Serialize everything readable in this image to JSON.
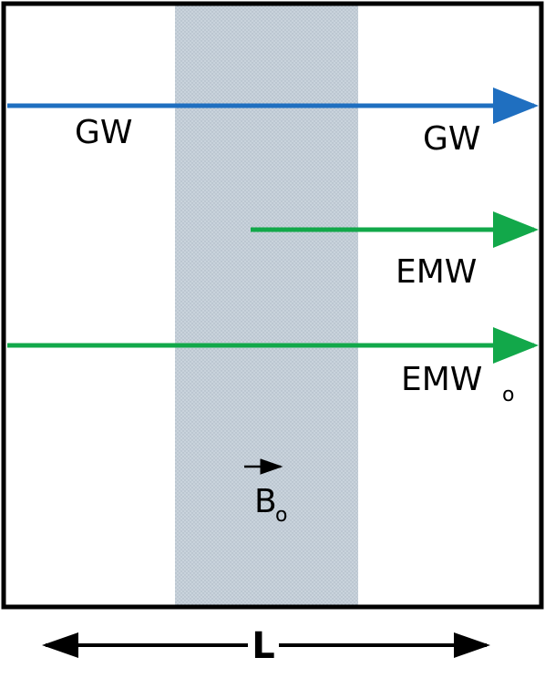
{
  "labels": {
    "gw_incoming": "GW",
    "gw_outgoing": "GW",
    "emw_generated": "EMW",
    "emw_background": "EMW",
    "emw_background_subscript": "o",
    "magnetic_field": "B",
    "magnetic_field_subscript": "o",
    "length": "L"
  },
  "colors": {
    "gw_arrow": "#1f6fc0",
    "emw_arrow": "#12a84a",
    "field_region": "#c9d3dc",
    "frame": "#000000",
    "dimension_arrow": "#000000"
  },
  "icons": {
    "field_vector": "arrow-right-icon"
  }
}
